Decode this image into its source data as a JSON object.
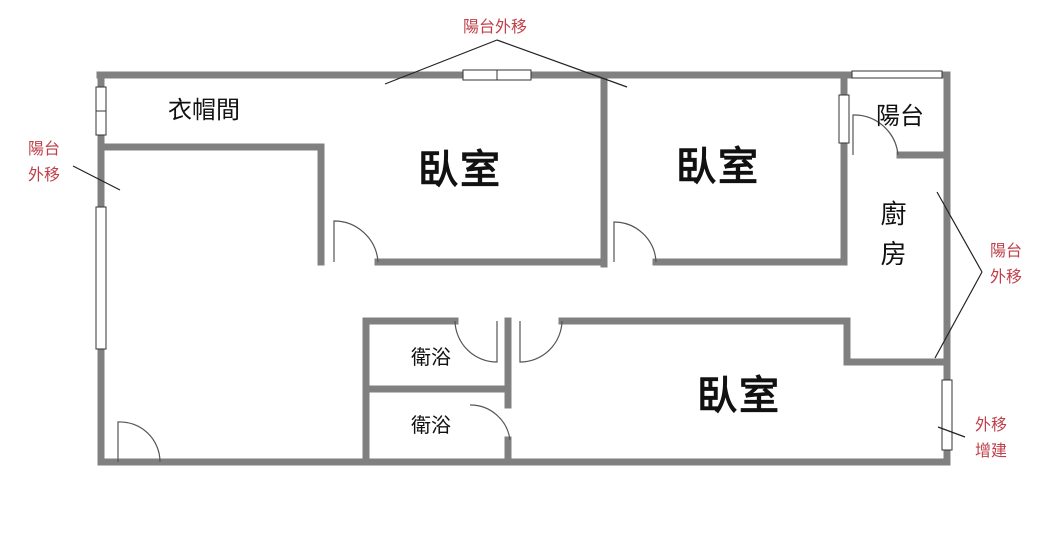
{
  "rooms": {
    "closet": "衣帽間",
    "bedroom_1": "臥室",
    "bedroom_2": "臥室",
    "bedroom_3": "臥室",
    "balcony": "陽台",
    "kitchen": "廚房",
    "bathroom_1": "衛浴",
    "bathroom_2": "衛浴"
  },
  "annotations": {
    "top": "陽台外移",
    "left_line1": "陽台",
    "left_line2": "外移",
    "right_line1": "陽台",
    "right_line2": "外移",
    "bottom_right_line1": "外移",
    "bottom_right_line2": "增建"
  },
  "colors": {
    "wall": "#808080",
    "annotation": "#c0404a"
  }
}
